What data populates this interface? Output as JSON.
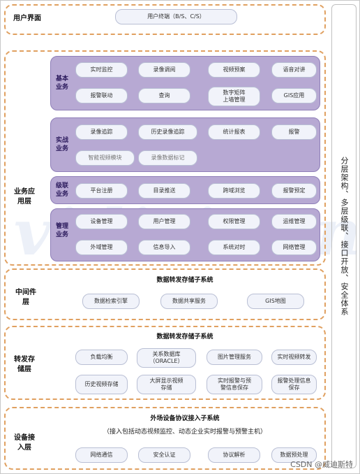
{
  "ui_layer": {
    "label": "用户界面",
    "terminal": "用户终端（B/S、C/S）"
  },
  "business_layer": {
    "label": "业务应\n用层",
    "bands": [
      {
        "label": "基本\n业务",
        "items": [
          "实时监控",
          "录像调阅",
          "视频预案",
          "语音对讲",
          "报警联动",
          "查询",
          "数字矩阵\n上墙管理",
          "GIS应用"
        ]
      },
      {
        "label": "实战\n业务",
        "items": [
          "录像追踪",
          "历史录像追踪",
          "统计报表",
          "报警",
          "智能视频模块",
          "录像数据标记"
        ]
      },
      {
        "label": "级联\n业务",
        "items": [
          "平台注册",
          "目录推送",
          "跨域浏览",
          "报警预定"
        ]
      },
      {
        "label": "管理\n业务",
        "items": [
          "设备管理",
          "用户管理",
          "权限管理",
          "运维管理",
          "外域管理",
          "信息导入",
          "系统对时",
          "网络管理"
        ]
      }
    ]
  },
  "middleware_layer": {
    "label": "中间件\n层",
    "title": "数据转发存储子系统",
    "items": [
      "数据检索引擎",
      "数据共享服务",
      "GIS地图"
    ]
  },
  "storage_layer": {
    "label": "转发存\n储层",
    "title": "数据转发存储子系统",
    "items": [
      "负载均衡",
      "关系数据库\n（ORACLE）",
      "图片管理服务",
      "实时视频转发",
      "历史视频存储",
      "大屏显示视频\n存储",
      "实时报警与预\n警信息保存",
      "报警处理信息\n保存"
    ]
  },
  "device_layer": {
    "label": "设备接\n入层",
    "title": "外场设备协议接入子系统",
    "note": "（接入包括动态视频监控、动态企业实时报警与预警主机）",
    "items": [
      "网络通信",
      "安全认证",
      "协议解析",
      "数据预处理"
    ]
  },
  "side_text": "分层架构、多层级联、接口开放、安全体系",
  "watermark": "CSDN @威迪斯特",
  "watermark_bg": "vidisit.cn"
}
